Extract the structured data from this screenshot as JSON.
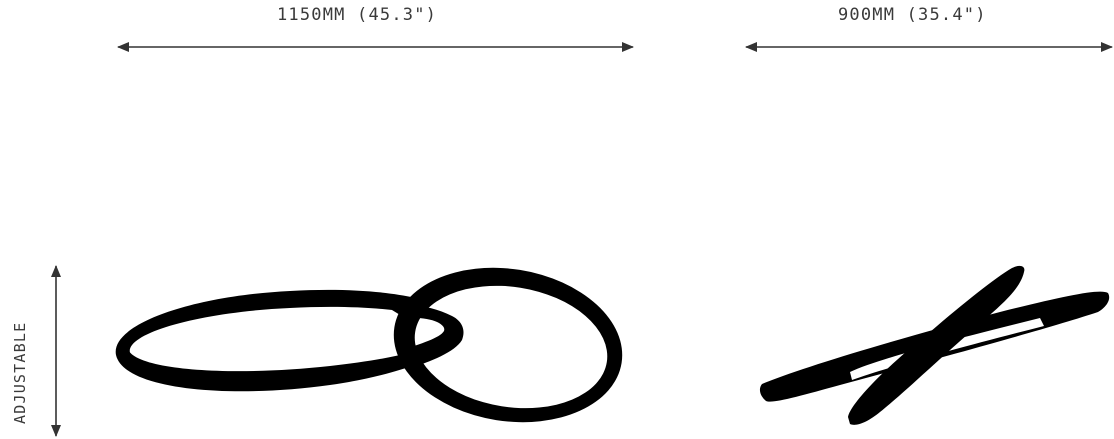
{
  "dimensions": {
    "width_front": "1150MM (45.3\")",
    "width_side": "900MM (35.4\")",
    "height": "ADJUSTABLE"
  },
  "colors": {
    "ink": "#000000",
    "arrow": "#333333",
    "text": "#3a3a3a"
  }
}
